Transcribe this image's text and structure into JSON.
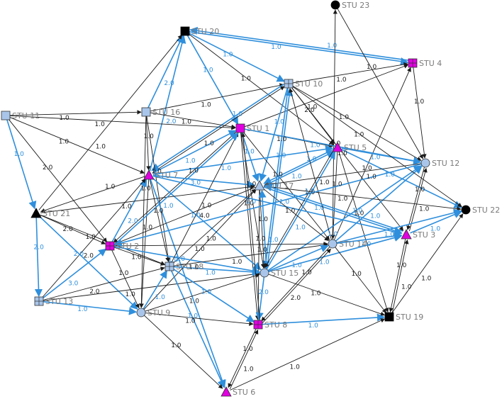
{
  "colors": {
    "edge_blue": "#2f8fdc",
    "edge_black": "#1a1a1a",
    "label_blue": "#2f8fdc",
    "label_black": "#1a1a1a",
    "node_light": "#a9c6ea",
    "node_magenta": "#e000e0",
    "node_black": "#000000",
    "node_stroke": "#333333",
    "node_text": "#7a7a7a"
  },
  "nodes": [
    {
      "id": "STU 1",
      "label": "STU 1",
      "shape": "square",
      "fill": "magenta"
    },
    {
      "id": "STU 2",
      "label": "STU 2",
      "shape": "gridsquare",
      "fill": "magenta"
    },
    {
      "id": "STU 3",
      "label": "STU 3",
      "shape": "triangle",
      "fill": "magenta"
    },
    {
      "id": "STU 4",
      "label": "STU 4",
      "shape": "gridsquare",
      "fill": "magenta"
    },
    {
      "id": "STU 5",
      "label": "STU 5",
      "shape": "triangle",
      "fill": "magenta"
    },
    {
      "id": "STU 6",
      "label": "STU 6",
      "shape": "triangle",
      "fill": "magenta"
    },
    {
      "id": "STU 7",
      "label": "STU 7",
      "shape": "triangle",
      "fill": "magenta"
    },
    {
      "id": "STU 8",
      "label": "STU 8",
      "shape": "gridsquare",
      "fill": "magenta"
    },
    {
      "id": "STU 9",
      "label": "STU 9",
      "shape": "circle",
      "fill": "light"
    },
    {
      "id": "STU 10",
      "label": "STU 10",
      "shape": "gridsquare",
      "fill": "light"
    },
    {
      "id": "STU 11",
      "label": "STU 11",
      "shape": "square",
      "fill": "light"
    },
    {
      "id": "STU 12",
      "label": "STU 12",
      "shape": "circle",
      "fill": "light"
    },
    {
      "id": "STU 13",
      "label": "STU 13",
      "shape": "gridsquare",
      "fill": "light"
    },
    {
      "id": "STU 14",
      "label": "STU 14",
      "shape": "circle",
      "fill": "light"
    },
    {
      "id": "STU 15",
      "label": "STU 15",
      "shape": "circle",
      "fill": "light"
    },
    {
      "id": "STU 16",
      "label": "STU 16",
      "shape": "square",
      "fill": "light"
    },
    {
      "id": "STU 17",
      "label": "STU 17",
      "shape": "triangle",
      "fill": "light"
    },
    {
      "id": "STU 18",
      "label": "STU 18",
      "shape": "gridsquare",
      "fill": "light"
    },
    {
      "id": "STU 19",
      "label": "STU 19",
      "shape": "square",
      "fill": "black"
    },
    {
      "id": "STU 20",
      "label": "STU 20",
      "shape": "square",
      "fill": "black"
    },
    {
      "id": "STU 21",
      "label": "STU 21",
      "shape": "triangle",
      "fill": "black"
    },
    {
      "id": "STU 22",
      "label": "STU 22",
      "shape": "circle",
      "fill": "black"
    },
    {
      "id": "STU 23",
      "label": "STU 23",
      "shape": "circle",
      "fill": "black"
    }
  ],
  "edges": [
    {
      "from": "STU 20",
      "to": "STU 4",
      "label": "1.0",
      "color": "blue"
    },
    {
      "from": "STU 4",
      "to": "STU 20",
      "label": "1.0",
      "color": "blue"
    },
    {
      "from": "STU 20",
      "to": "STU 10",
      "label": "1.0",
      "color": "blue"
    },
    {
      "from": "STU 20",
      "to": "STU 1",
      "label": "1.0",
      "color": "blue"
    },
    {
      "from": "STU 20",
      "to": "STU 5",
      "label": "1.0",
      "color": "black"
    },
    {
      "from": "STU 16",
      "to": "STU 20",
      "label": "2.0",
      "color": "blue"
    },
    {
      "from": "STU 7",
      "to": "STU 20",
      "label": "2.0",
      "color": "blue"
    },
    {
      "from": "STU 21",
      "to": "STU 20",
      "label": "1.0",
      "color": "black"
    },
    {
      "from": "STU 23",
      "to": "STU 12",
      "label": "1.0",
      "color": "black"
    },
    {
      "from": "STU 14",
      "to": "STU 23",
      "label": "1.0",
      "color": "black"
    },
    {
      "from": "STU 10",
      "to": "STU 4",
      "label": "1.0",
      "color": "black"
    },
    {
      "from": "STU 1",
      "to": "STU 4",
      "label": "1.0",
      "color": "black"
    },
    {
      "from": "STU 4",
      "to": "STU 12",
      "label": "1.0",
      "color": "black"
    },
    {
      "from": "STU 14",
      "to": "STU 4",
      "label": "1.0",
      "color": "black"
    },
    {
      "from": "STU 10",
      "to": "STU 12",
      "label": "1.0",
      "color": "black"
    },
    {
      "from": "STU 7",
      "to": "STU 10",
      "label": "1.0",
      "color": "black"
    },
    {
      "from": "STU 16",
      "to": "STU 10",
      "label": "1.0",
      "color": "black"
    },
    {
      "from": "STU 10",
      "to": "STU 17",
      "label": "1.0",
      "color": "blue"
    },
    {
      "from": "STU 10",
      "to": "STU 15",
      "label": "1.0",
      "color": "blue"
    },
    {
      "from": "STU 10",
      "to": "STU 5",
      "label": "2.0",
      "color": "black"
    },
    {
      "from": "STU 10",
      "to": "STU 3",
      "label": "1.0",
      "color": "black"
    },
    {
      "from": "STU 10",
      "to": "STU 7",
      "label": "1.0",
      "color": "blue"
    },
    {
      "from": "STU 11",
      "to": "STU 16",
      "label": "1.0",
      "color": "black"
    },
    {
      "from": "STU 11",
      "to": "STU 1",
      "label": "1.0",
      "color": "black"
    },
    {
      "from": "STU 11",
      "to": "STU 21",
      "label": "1.0",
      "color": "blue"
    },
    {
      "from": "STU 11",
      "to": "STU 7",
      "label": "1.0",
      "color": "black"
    },
    {
      "from": "STU 11",
      "to": "STU 2",
      "label": "2.0",
      "color": "black"
    },
    {
      "from": "STU 16",
      "to": "STU 1",
      "label": "1.0",
      "color": "black"
    },
    {
      "from": "STU 16",
      "to": "STU 18",
      "label": "1.0",
      "color": "black"
    },
    {
      "from": "STU 16",
      "to": "STU 9",
      "label": "1.0",
      "color": "black"
    },
    {
      "from": "STU 1",
      "to": "STU 5",
      "label": "1.0",
      "color": "black"
    },
    {
      "from": "STU 1",
      "to": "STU 17",
      "label": "1.0",
      "color": "blue"
    },
    {
      "from": "STU 1",
      "to": "STU 15",
      "label": "1.0",
      "color": "black"
    },
    {
      "from": "STU 1",
      "to": "STU 14",
      "label": "1.0",
      "color": "black"
    },
    {
      "from": "STU 1",
      "to": "STU 8",
      "label": "1.0",
      "color": "black"
    },
    {
      "from": "STU 1",
      "to": "STU 2",
      "label": "1.0",
      "color": "black"
    },
    {
      "from": "STU 7",
      "to": "STU 1",
      "label": "1.0",
      "color": "blue"
    },
    {
      "from": "STU 5",
      "to": "STU 12",
      "label": "1.0",
      "color": "blue"
    },
    {
      "from": "STU 5",
      "to": "STU 22",
      "label": "1.0",
      "color": "blue"
    },
    {
      "from": "STU 5",
      "to": "STU 17",
      "label": "1.0",
      "color": "blue"
    },
    {
      "from": "STU 17",
      "to": "STU 5",
      "label": "1.0",
      "color": "blue"
    },
    {
      "from": "STU 5",
      "to": "STU 14",
      "label": "1.0",
      "color": "black"
    },
    {
      "from": "STU 5",
      "to": "STU 19",
      "label": "1.0",
      "color": "black"
    },
    {
      "from": "STU 15",
      "to": "STU 5",
      "label": "1.0",
      "color": "blue"
    },
    {
      "from": "STU 7",
      "to": "STU 5",
      "label": "1.0",
      "color": "blue"
    },
    {
      "from": "STU 12",
      "to": "STU 17",
      "label": "1.0",
      "color": "black"
    },
    {
      "from": "STU 12",
      "to": "STU 3",
      "label": "1.0",
      "color": "black"
    },
    {
      "from": "STU 14",
      "to": "STU 12",
      "label": "1.0",
      "color": "blue"
    },
    {
      "from": "STU 15",
      "to": "STU 12",
      "label": "1.0",
      "color": "blue"
    },
    {
      "from": "STU 3",
      "to": "STU 12",
      "label": "1.0",
      "color": "black"
    },
    {
      "from": "STU 7",
      "to": "STU 17",
      "label": "3.0",
      "color": "blue"
    },
    {
      "from": "STU 7",
      "to": "STU 3",
      "label": "1.0",
      "color": "blue"
    },
    {
      "from": "STU 7",
      "to": "STU 15",
      "label": "1.0",
      "color": "blue"
    },
    {
      "from": "STU 7",
      "to": "STU 18",
      "label": "1.0",
      "color": "black"
    },
    {
      "from": "STU 7",
      "to": "STU 9",
      "label": "1.0",
      "color": "black"
    },
    {
      "from": "STU 7",
      "to": "STU 6",
      "label": "1.0",
      "color": "blue"
    },
    {
      "from": "STU 7",
      "to": "STU 21",
      "label": "1.0",
      "color": "black"
    },
    {
      "from": "STU 2",
      "to": "STU 7",
      "label": "2.0",
      "color": "blue"
    },
    {
      "from": "STU 13",
      "to": "STU 7",
      "label": "2.0",
      "color": "black"
    },
    {
      "from": "STU 17",
      "to": "STU 22",
      "label": "1.0",
      "color": "black"
    },
    {
      "from": "STU 17",
      "to": "STU 3",
      "label": "1.0",
      "color": "blue"
    },
    {
      "from": "STU 17",
      "to": "STU 14",
      "label": "1.0",
      "color": "black"
    },
    {
      "from": "STU 17",
      "to": "STU 15",
      "label": "1.0",
      "color": "black"
    },
    {
      "from": "STU 17",
      "to": "STU 8",
      "label": "1.0",
      "color": "black"
    },
    {
      "from": "STU 17",
      "to": "STU 2",
      "label": "1.0",
      "color": "black"
    },
    {
      "from": "STU 21",
      "to": "STU 17",
      "label": "1.0",
      "color": "black"
    },
    {
      "from": "STU 9",
      "to": "STU 17",
      "label": "1.0",
      "color": "black"
    },
    {
      "from": "STU 18",
      "to": "STU 17",
      "label": "1.0",
      "color": "black"
    },
    {
      "from": "STU 21",
      "to": "STU 13",
      "label": "2.0",
      "color": "blue"
    },
    {
      "from": "STU 21",
      "to": "STU 2",
      "label": "2.0",
      "color": "black"
    },
    {
      "from": "STU 21",
      "to": "STU 9",
      "label": "2.0",
      "color": "blue"
    },
    {
      "from": "STU 21",
      "to": "STU 18",
      "label": "1.0",
      "color": "black"
    },
    {
      "from": "STU 13",
      "to": "STU 2",
      "label": "3.0",
      "color": "blue"
    },
    {
      "from": "STU 13",
      "to": "STU 9",
      "label": "1.0",
      "color": "blue"
    },
    {
      "from": "STU 13",
      "to": "STU 18",
      "label": "2.0",
      "color": "black"
    },
    {
      "from": "STU 13",
      "to": "STU 15",
      "label": "1.0",
      "color": "black"
    },
    {
      "from": "STU 2",
      "to": "STU 18",
      "label": "1.0",
      "color": "black"
    },
    {
      "from": "STU 2",
      "to": "STU 15",
      "label": "1.0",
      "color": "blue"
    },
    {
      "from": "STU 2",
      "to": "STU 14",
      "label": "1.0",
      "color": "black"
    },
    {
      "from": "STU 2",
      "to": "STU 9",
      "label": "1.0",
      "color": "black"
    },
    {
      "from": "STU 18",
      "to": "STU 15",
      "label": "1.0",
      "color": "blue"
    },
    {
      "from": "STU 18",
      "to": "STU 14",
      "label": "1.0",
      "color": "black"
    },
    {
      "from": "STU 18",
      "to": "STU 8",
      "label": "1.0",
      "color": "blue"
    },
    {
      "from": "STU 18",
      "to": "STU 6",
      "label": "1.0",
      "color": "blue"
    },
    {
      "from": "STU 18",
      "to": "STU 1",
      "label": "4.0",
      "color": "black"
    },
    {
      "from": "STU 9",
      "to": "STU 18",
      "label": "1.0",
      "color": "blue"
    },
    {
      "from": "STU 9",
      "to": "STU 15",
      "label": "1.0",
      "color": "black"
    },
    {
      "from": "STU 9",
      "to": "STU 8",
      "label": "1.0",
      "color": "black"
    },
    {
      "from": "STU 9",
      "to": "STU 6",
      "label": "1.0",
      "color": "black"
    },
    {
      "from": "STU 15",
      "to": "STU 14",
      "label": "1.0",
      "color": "blue"
    },
    {
      "from": "STU 15",
      "to": "STU 8",
      "label": "2.0",
      "color": "blue"
    },
    {
      "from": "STU 15",
      "to": "STU 17",
      "label": "1.0",
      "color": "blue"
    },
    {
      "from": "STU 15",
      "to": "STU 3",
      "label": "1.0",
      "color": "blue"
    },
    {
      "from": "STU 15",
      "to": "STU 19",
      "label": "1.0",
      "color": "black"
    },
    {
      "from": "STU 15",
      "to": "STU 10",
      "label": "1.0",
      "color": "blue"
    },
    {
      "from": "STU 14",
      "to": "STU 3",
      "label": "1.0",
      "color": "blue"
    },
    {
      "from": "STU 14",
      "to": "STU 19",
      "label": "1.0",
      "color": "black"
    },
    {
      "from": "STU 14",
      "to": "STU 8",
      "label": "1.0",
      "color": "black"
    },
    {
      "from": "STU 14",
      "to": "STU 22",
      "label": "1.0",
      "color": "blue"
    },
    {
      "from": "STU 14",
      "to": "STU 10",
      "label": "1.0",
      "color": "black"
    },
    {
      "from": "STU 3",
      "to": "STU 22",
      "label": "1.0",
      "color": "blue"
    },
    {
      "from": "STU 3",
      "to": "STU 19",
      "label": "1.0",
      "color": "black"
    },
    {
      "from": "STU 19",
      "to": "STU 3",
      "label": "1.0",
      "color": "black"
    },
    {
      "from": "STU 19",
      "to": "STU 22",
      "label": "1.0",
      "color": "black"
    },
    {
      "from": "STU 8",
      "to": "STU 19",
      "label": "1.0",
      "color": "blue"
    },
    {
      "from": "STU 8",
      "to": "STU 6",
      "label": "1.0",
      "color": "black"
    },
    {
      "from": "STU 8",
      "to": "STU 14",
      "label": "2.0",
      "color": "black"
    },
    {
      "from": "STU 8",
      "to": "STU 1",
      "label": "1.0",
      "color": "black"
    },
    {
      "from": "STU 6",
      "to": "STU 19",
      "label": "1.0",
      "color": "black"
    },
    {
      "from": "STU 6",
      "to": "STU 8",
      "label": "1.0",
      "color": "black"
    },
    {
      "from": "STU 1",
      "to": "STU 12",
      "label": "1.0",
      "color": "blue"
    },
    {
      "from": "STU 16",
      "to": "STU 7",
      "label": "1.0",
      "color": "black"
    },
    {
      "from": "STU 5",
      "to": "STU 15",
      "label": "1.0",
      "color": "black"
    },
    {
      "from": "STU 3",
      "to": "STU 17",
      "label": "1.0",
      "color": "blue"
    },
    {
      "from": "STU 10",
      "to": "STU 22",
      "label": "1.0",
      "color": "black"
    },
    {
      "from": "STU 2",
      "to": "STU 1",
      "label": "1.0",
      "color": "blue"
    },
    {
      "from": "STU 12",
      "to": "STU 2",
      "label": "1.0",
      "color": "blue"
    }
  ]
}
